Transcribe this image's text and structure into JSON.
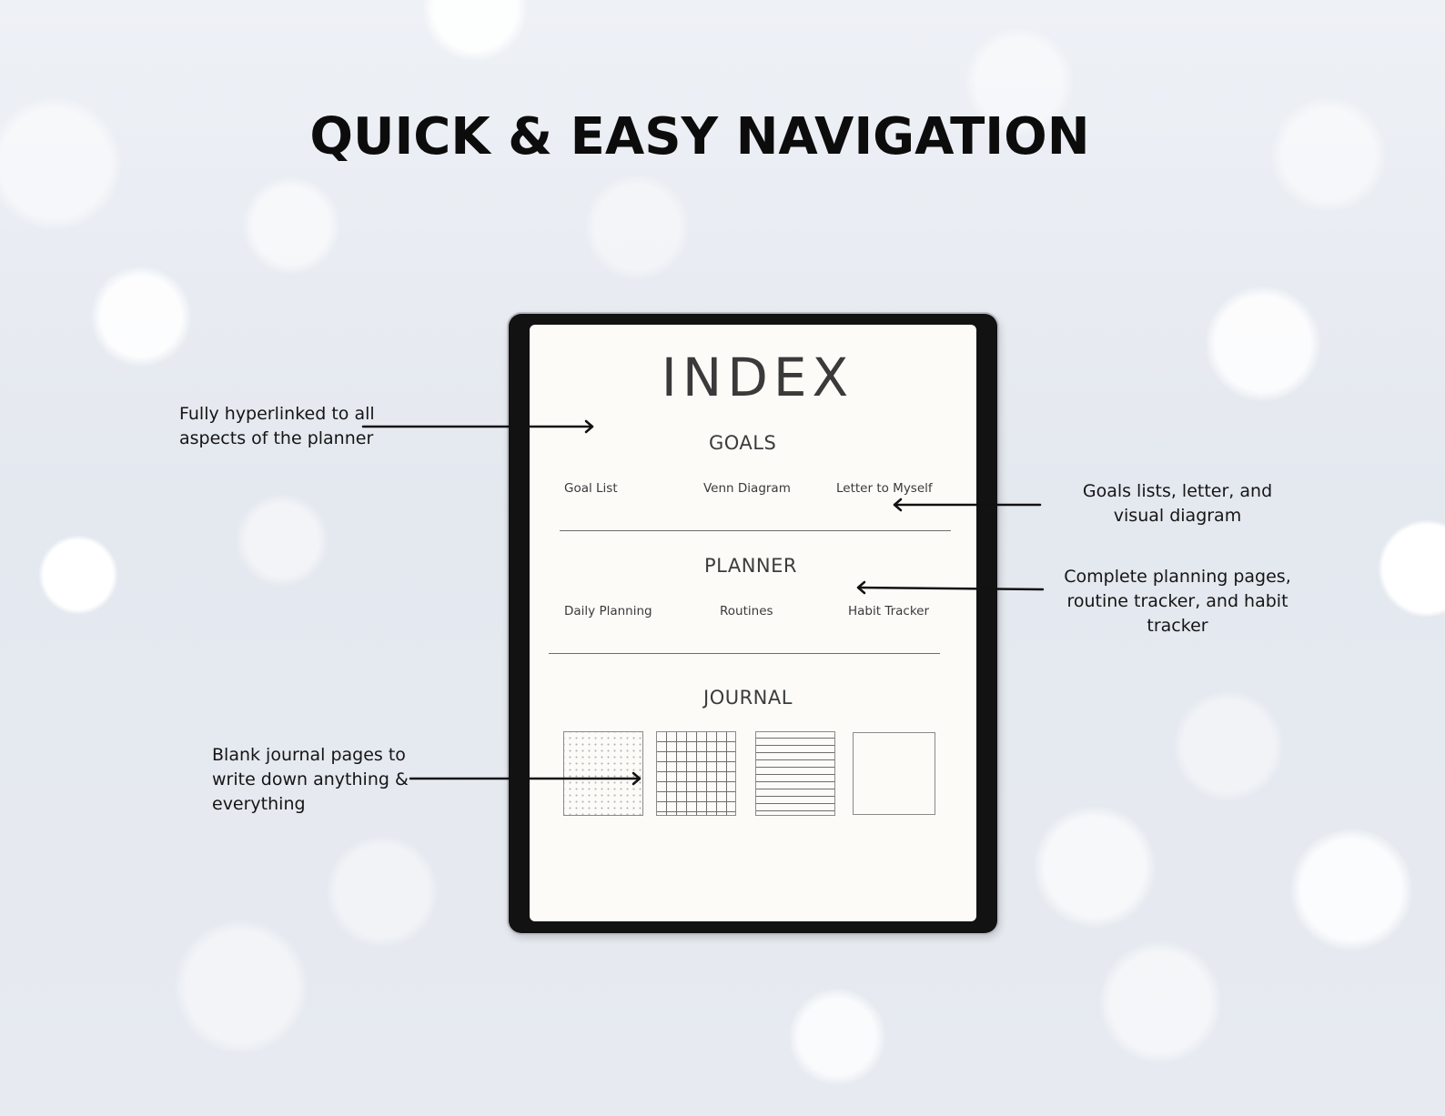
{
  "heading": "QUICK & EASY NAVIGATION",
  "tablet": {
    "index_title": "INDEX",
    "goals": {
      "title": "GOALS",
      "links": [
        "Goal List",
        "Venn Diagram",
        "Letter to Myself"
      ]
    },
    "planner": {
      "title": "PLANNER",
      "links": [
        "Daily Planning",
        "Routines",
        "Habit Tracker"
      ]
    },
    "journal": {
      "title": "JOURNAL",
      "pages": [
        "dot-grid",
        "square-grid",
        "lined",
        "blank"
      ]
    }
  },
  "callouts": {
    "hyperlinked": [
      "Fully hyperlinked to all",
      "aspects of the planner"
    ],
    "goals": [
      "Goals lists, letter, and",
      "visual diagram"
    ],
    "planner": [
      "Complete planning pages,",
      "routine tracker, and habit",
      "tracker"
    ],
    "journal": [
      "Blank journal pages to",
      "write down anything &",
      "everything"
    ]
  },
  "colors": {
    "background": "#e7ebf1",
    "tablet_frame": "#121212",
    "screen": "#fcfbf8",
    "text": "#151515"
  }
}
